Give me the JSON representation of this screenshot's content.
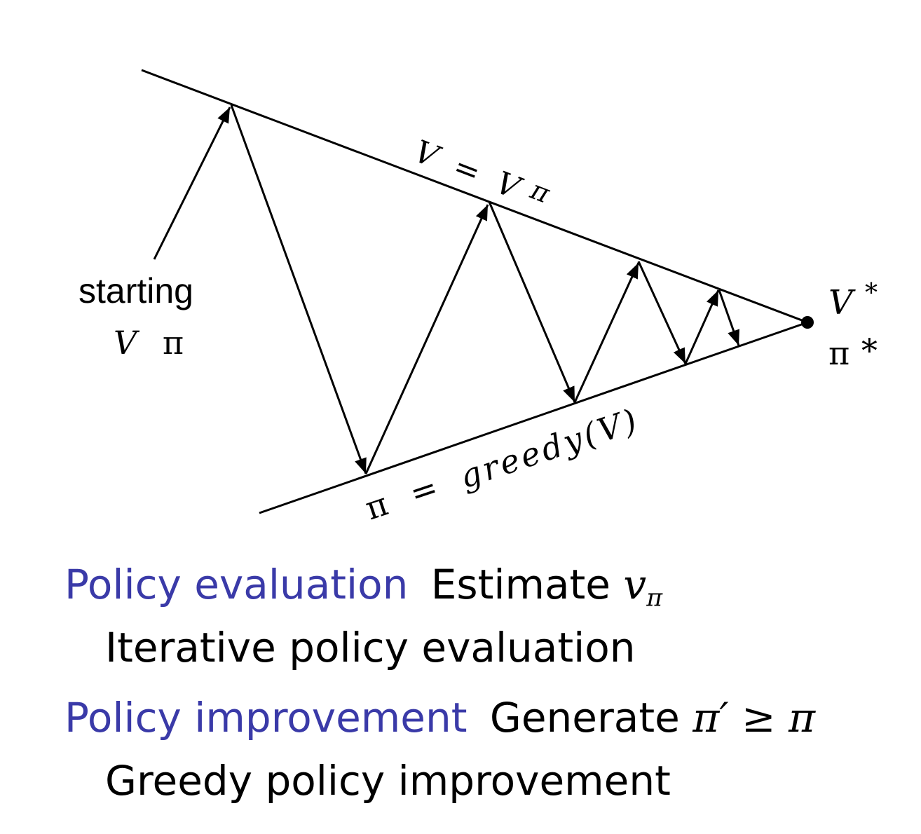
{
  "colors": {
    "accent": "#3a3aa8",
    "text": "#000000"
  },
  "diagram": {
    "top_line_label": {
      "lhs": "V",
      "eq": "=",
      "rhs": "V",
      "sup": "π"
    },
    "bottom_line_label": {
      "lhs": "π",
      "eq": "=",
      "rhs": "greedy(V)"
    },
    "start_label": {
      "word": "starting",
      "v": "V",
      "pi": "π"
    },
    "end_label": {
      "v": "V",
      "v_star": "*",
      "pi": "π",
      "pi_star": "*"
    }
  },
  "bullets": [
    {
      "term": "Policy evaluation",
      "desc_text": "Estimate ",
      "desc_math": "v",
      "desc_sub": "π",
      "detail": "Iterative policy evaluation"
    },
    {
      "term": "Policy improvement",
      "desc_text": "Generate ",
      "desc_math": "π′ ≥ π",
      "desc_sub": "",
      "detail": "Greedy policy improvement"
    }
  ]
}
